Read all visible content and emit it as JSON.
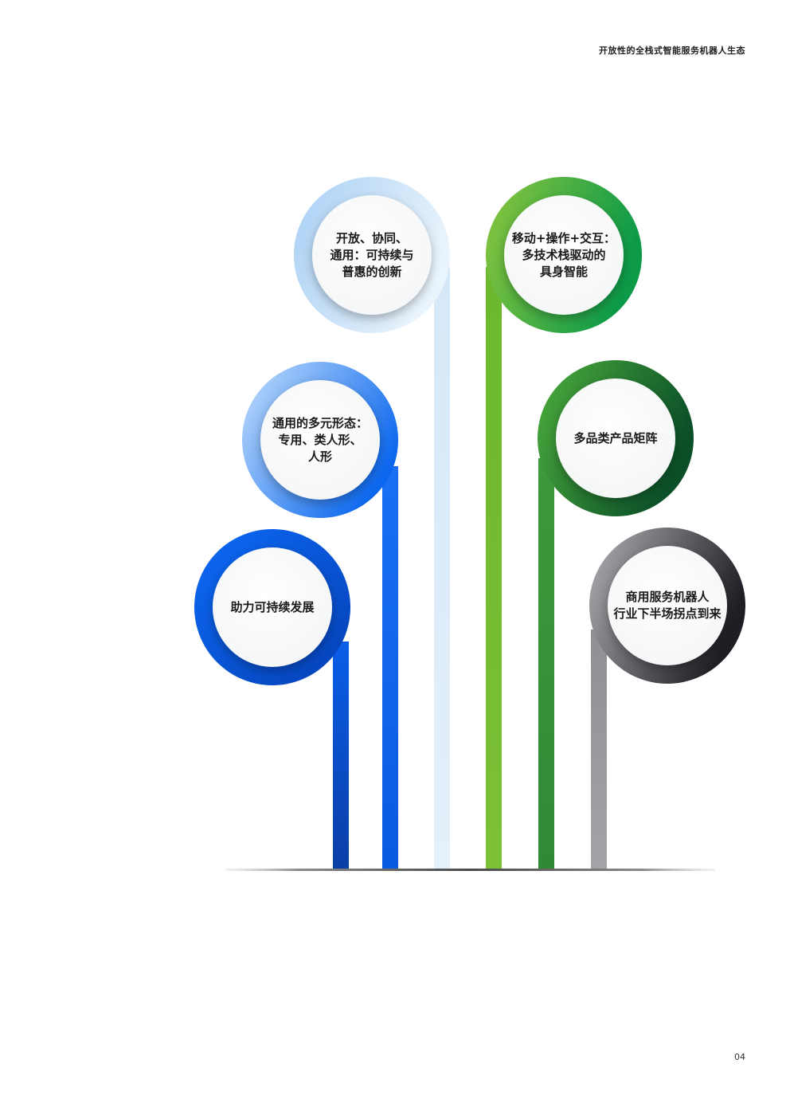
{
  "header": {
    "title": "开放性的全栈式智能服务机器人生态"
  },
  "footer": {
    "page_number": "04"
  },
  "nodes": [
    {
      "id": "sustainable",
      "label": "助力可持续发展",
      "gradient": [
        "#0a66f5",
        "#003fae"
      ]
    },
    {
      "id": "general-forms",
      "label": "通用的多元形态：\n专用、类人形、\n人形",
      "gradient": [
        "#a9d0fb",
        "#1e75f0"
      ]
    },
    {
      "id": "open-innovation",
      "label": "开放、协同、\n通用：可持续与\n普惠的创新",
      "gradient": [
        "#b7d8f6",
        "#e3f0fb"
      ]
    },
    {
      "id": "embodied-ai",
      "label": "移动+操作+交互：\n多技术栈驱动的\n具身智能",
      "gradient": [
        "#86c441",
        "#18a04a"
      ]
    },
    {
      "id": "product-matrix",
      "label": "多品类产品矩阵",
      "gradient": [
        "#4aab3a",
        "#0f5c2e"
      ]
    },
    {
      "id": "inflection-point",
      "label": "商用服务机器人\n行业下半场拐点到来",
      "gradient": [
        "#9a9ca0",
        "#2a2b30"
      ]
    }
  ]
}
